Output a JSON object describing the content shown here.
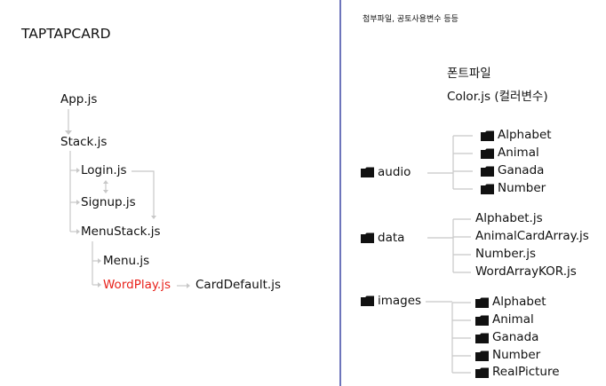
{
  "colors": {
    "divider": "#2f3a9e",
    "highlight": "#e8221b",
    "connector": "#c8c8c8"
  },
  "left": {
    "title": "TAPTAPCARD",
    "app": "App.js",
    "stack": "Stack.js",
    "login": "Login.js",
    "signup": "Signup.js",
    "menustack": "MenuStack.js",
    "menu": "Menu.js",
    "wordplay": "WordPlay.js",
    "carddefault": "CardDefault.js"
  },
  "right": {
    "note": "첨부파일, 공토사용변수 등등",
    "font_file": "폰트파일",
    "color_file": "Color.js (컬러변수)",
    "audio": {
      "label": "audio",
      "items": [
        "Alphabet",
        "Animal",
        "Ganada",
        "Number"
      ]
    },
    "data": {
      "label": "data",
      "items": [
        "Alphabet.js",
        "AnimalCardArray.js",
        "Number.js",
        "WordArrayKOR.js"
      ]
    },
    "images": {
      "label": "images",
      "items": [
        "Alphabet",
        "Animal",
        "Ganada",
        "Number",
        "RealPicture"
      ]
    }
  }
}
